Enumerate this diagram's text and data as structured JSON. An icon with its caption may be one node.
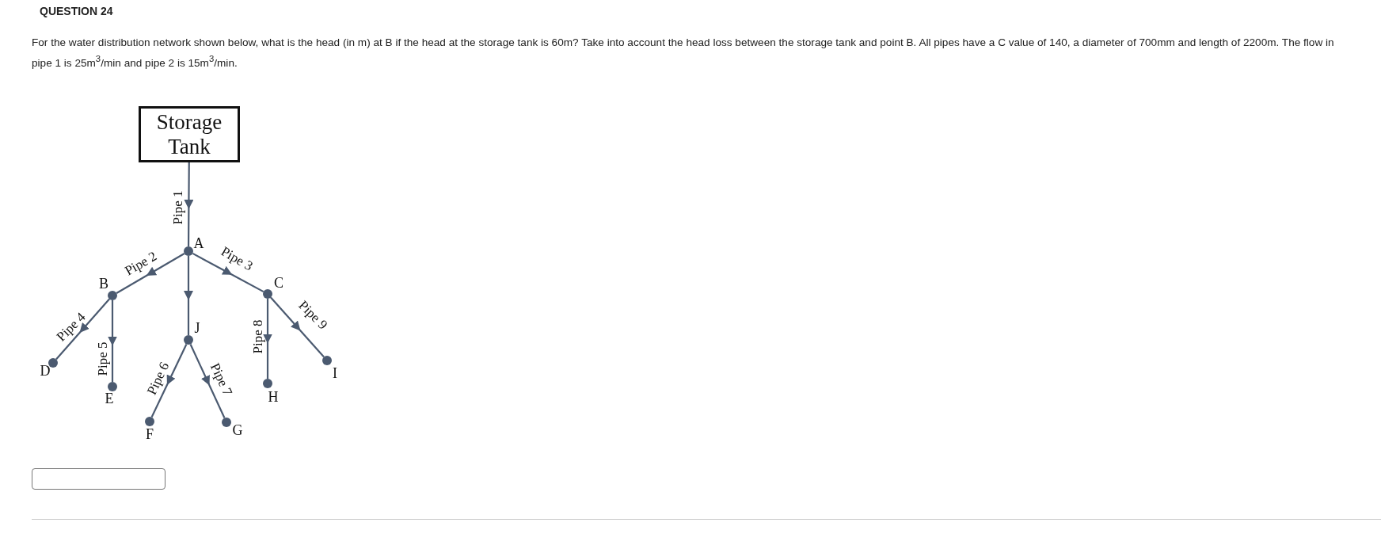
{
  "diagram": {
    "title": "QUESTION 24",
    "nodes": [
      {
        "text": [
          "Storage Tank"
        ]
      },
      {
        "text": [],
        "shape": "circle",
        "beside": [
          "A"
        ]
      },
      {
        "text": [],
        "shape": "circle",
        "beside": [
          "B"
        ]
      },
      {
        "text": [],
        "shape": "circle",
        "beside": [
          "C"
        ]
      },
      {
        "text": [],
        "shape": "circle",
        "beside": [
          "J"
        ]
      },
      {
        "text": [],
        "shape": "circle",
        "beside": [
          "D"
        ]
      },
      {
        "text": [],
        "shape": "circle",
        "beside": [
          "E"
        ]
      },
      {
        "text": [],
        "shape": "circle",
        "beside": [
          "F"
        ]
      },
      {
        "text": [],
        "shape": "circle",
        "beside": [
          "G"
        ]
      },
      {
        "text": [],
        "shape": "circle",
        "beside": [
          "H"
        ]
      },
      {
        "text": [],
        "shape": "circle",
        "beside": [
          "I"
        ]
      }
    ],
    "edges": [
      {
        "from": 0,
        "to": 1,
        "arrow": "to",
        "label": "Pipe 1"
      },
      {
        "from": 1,
        "to": 2,
        "arrow": "to",
        "label": "Pipe 2"
      },
      {
        "from": 1,
        "to": 3,
        "arrow": "to",
        "label": "Pipe 3"
      },
      {
        "from": 1,
        "to": 4,
        "arrow": "to"
      },
      {
        "from": 2,
        "to": 5,
        "arrow": "to",
        "label": "Pipe 4"
      },
      {
        "from": 2,
        "to": 6,
        "arrow": "to",
        "label": "Pipe 5"
      },
      {
        "from": 4,
        "to": 7,
        "arrow": "to",
        "label": "Pipe 6"
      },
      {
        "from": 4,
        "to": 8,
        "arrow": "to",
        "label": "Pipe 7"
      },
      {
        "from": 3,
        "to": 9,
        "arrow": "to",
        "label": "Pipe 8"
      },
      {
        "from": 3,
        "to": 10,
        "arrow": "to",
        "label": "Pipe 9"
      }
    ],
    "labels": [
      "For the water distribution network shown below, what is the head (in m) at B if the head at the storage tank is 60m? Take into account the head loss between the storage tank and point B. All pipes have a C value of 140, a diameter of 700mm and length of 2200m. The flow in pipe 1 is 25m$^{3}$/min and pipe 2 is 15m$^{3}$/min."
    ]
  }
}
